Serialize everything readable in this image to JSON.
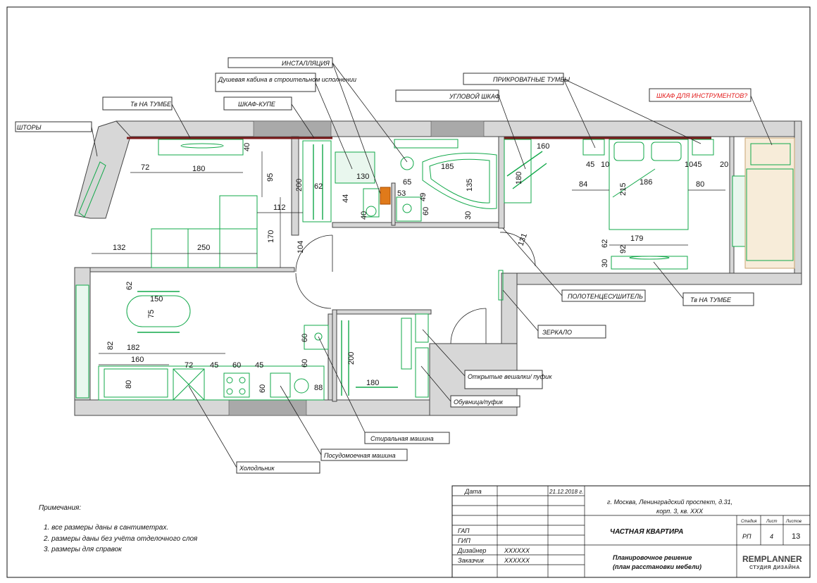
{
  "labels": {
    "curtains": "ШТОРЫ",
    "tv_left": "Тв НА ТУМБЕ",
    "wardrobe": "ШКАФ-КУПЕ",
    "shower": "Душевая кабина в строительном исполнении",
    "installation": "ИНСТАЛЛЯЦИЯ",
    "corner_cabinet": "УГЛОВОЙ ШКАФ",
    "bedside": "ПРИКРОВАТНЫЕ ТУМБЫ",
    "tool_cabinet": "ШКАФ ДЛЯ ИНСТРУМЕНТОВ?",
    "towel": "ПОЛОТЕНЦЕСУШИТЕЛЬ",
    "tv_right": "Тв НА ТУМБЕ",
    "mirror": "ЗЕРКАЛО",
    "hangers": "Открытые вешалки/ пуфик",
    "shoes": "Обувница/пуфик",
    "washer": "Стиральная машина",
    "dishwasher": "Посудомоечная машина",
    "fridge": "Холодльник"
  },
  "dimensions": {
    "d72": "72",
    "d180": "180",
    "d40": "40",
    "d95": "95",
    "d200": "200",
    "d62": "62",
    "d112": "112",
    "d132": "132",
    "d250": "250",
    "d170": "170",
    "d104": "104",
    "d130": "130",
    "d44": "44",
    "d40b": "40",
    "d65": "65",
    "d53": "53",
    "d49": "49",
    "d60": "60",
    "d185": "185",
    "d135": "135",
    "d30": "30",
    "d180b": "180",
    "d160": "160",
    "d45": "45",
    "d10": "10",
    "d1045": "1045",
    "d20": "20",
    "d84": "84",
    "d215": "215",
    "d186": "186",
    "d80": "80",
    "d179": "179",
    "d62b": "62",
    "d92": "92",
    "d30b": "30",
    "d131": "131",
    "d62c": "62",
    "d150": "150",
    "d75": "75",
    "d82": "82",
    "d182": "182",
    "d160b": "160",
    "d80b": "80",
    "d72b": "72",
    "d45b": "45",
    "d60b": "60",
    "d45c": "45",
    "d60c": "60",
    "d88": "88",
    "d60d": "60",
    "d60e": "60",
    "d200b": "200",
    "d180c": "180"
  },
  "notes": {
    "title": "Примечания:",
    "items": [
      "1.  все размеры даны в сантиметрах.",
      "2.  размеры даны без учёта отделочного слоя",
      "3.  размеры для справок"
    ]
  },
  "title_block": {
    "date_label": "Дата",
    "date_value": "21.12.2018 г.",
    "address_1": "г. Москва, Ленинградский проспект, д.31,",
    "address_2": "корп. 3, кв. ХХХ",
    "gap": "ГАП",
    "gip": "ГИП",
    "designer_label": "Дизайнер",
    "designer_value": "XXXXXX",
    "client_label": "Заказчик",
    "client_value": "XXXXXX",
    "project": "ЧАСТНАЯ КВАРТИРА",
    "stage_label": "Стадия",
    "sheet_label": "Лист",
    "sheets_label": "Листов",
    "stage_value": "РП",
    "sheet_value": "4",
    "sheets_value": "13",
    "plan_1": "Планировочное решение",
    "plan_2": "(план расстановки мебели)",
    "brand_name": "REMPLANNER",
    "brand_sub": "СТУДИЯ ДИЗАЙНА"
  },
  "colors": {
    "furniture": "#12a84a",
    "beam": "#7a1b1b",
    "warning": "#e21a1a"
  }
}
